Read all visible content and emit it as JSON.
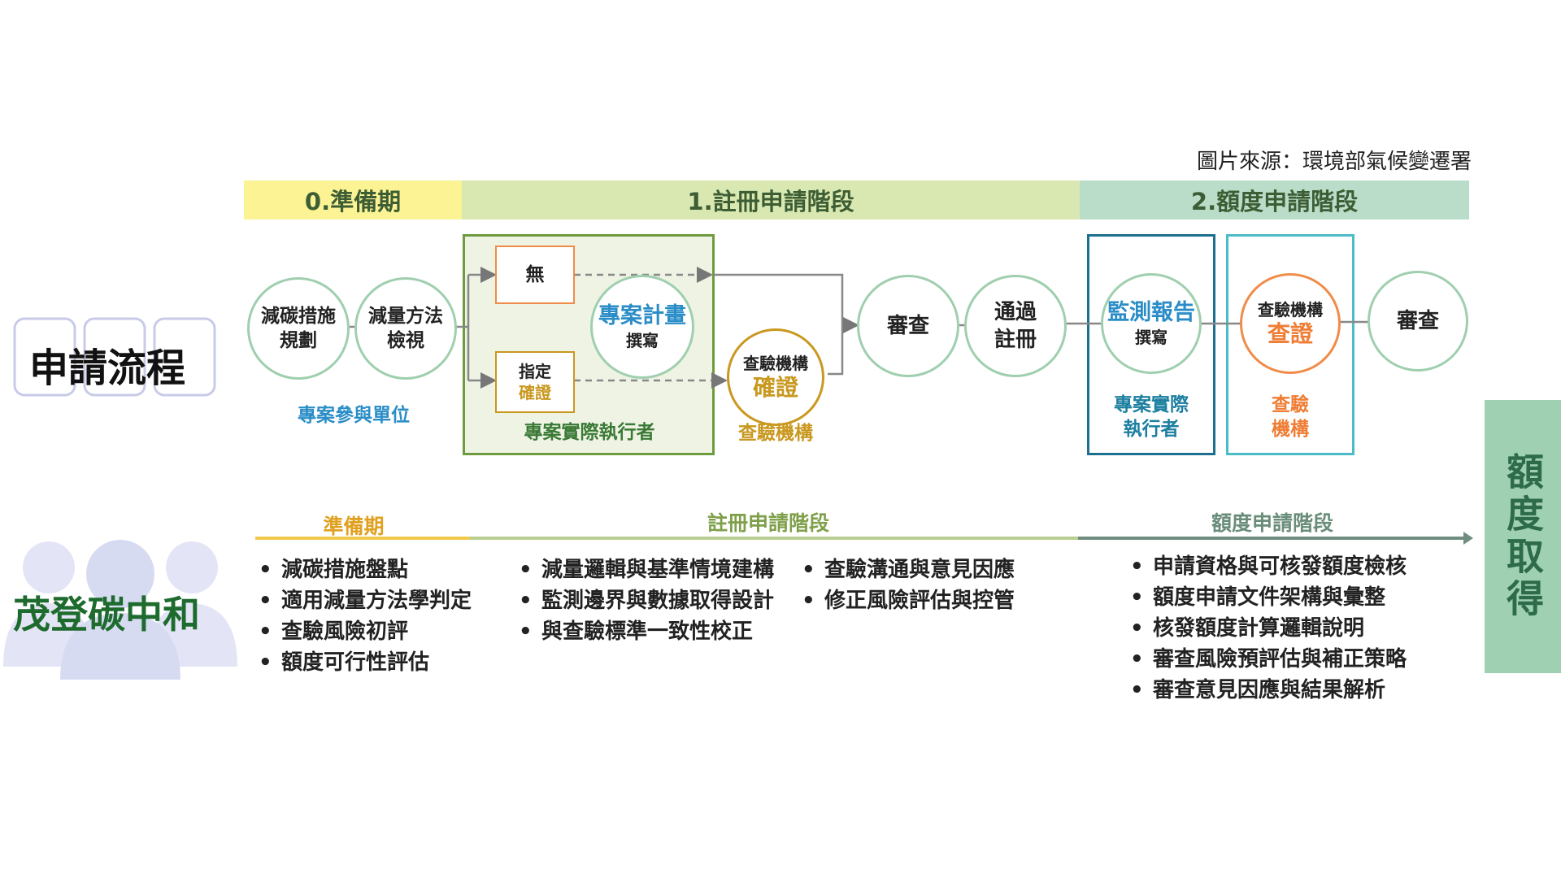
{
  "source": "圖片來源：環境部氣候變遷署",
  "phases": {
    "p0": "0.準備期",
    "p1": "1.註冊申請階段",
    "p2": "2.額度申請階段"
  },
  "left": {
    "title": "申請流程",
    "company": "茂登碳中和"
  },
  "flow": {
    "n1": [
      "減碳措施",
      "規劃"
    ],
    "n2": [
      "減量方法",
      "檢視"
    ],
    "cap_prep": "專案參與單位",
    "box_none": "無",
    "box_designate": [
      "指定",
      "確證"
    ],
    "plan": [
      "專案計畫",
      "撰寫"
    ],
    "cap_exec": "專案實際執行者",
    "verify": [
      "查驗機構",
      "確證"
    ],
    "cap_verify": "查驗機構",
    "review": "審查",
    "pass": [
      "通過",
      "註冊"
    ],
    "monitor": [
      "監測報告",
      "撰寫"
    ],
    "cap_monitor": [
      "專案實際",
      "執行者"
    ],
    "verify2": [
      "查驗機構",
      "查證"
    ],
    "cap_verify2": [
      "查驗",
      "機構"
    ],
    "review2": "審查"
  },
  "right_panel": "額度取得",
  "timeline": {
    "labels": [
      "準備期",
      "註冊申請階段",
      "額度申請階段"
    ]
  },
  "lists": {
    "prep": [
      "減碳措施盤點",
      "適用減量方法學判定",
      "查驗風險初評",
      "額度可行性評估"
    ],
    "reg_a": [
      "減量邏輯與基準情境建構",
      "監測邊界與數據取得設計",
      "與查驗標準一致性校正"
    ],
    "reg_b": [
      "查驗溝通與意見因應",
      "修正風險評估與控管"
    ],
    "credit": [
      "申請資格與可核發額度檢核",
      "額度申請文件架構與彙整",
      "核發額度計算邏輯說明",
      "審查風險預評估與補正策略",
      "審查意見因應與結果解析"
    ]
  },
  "colors": {
    "green_border": "#9fcfae",
    "orange": "#f08c49",
    "gold": "#c9981f",
    "blue": "#2a8dc7",
    "teal_dark": "#1c6f8f",
    "teal_light": "#4bbcc8",
    "company_green": "#1e6b2e"
  }
}
